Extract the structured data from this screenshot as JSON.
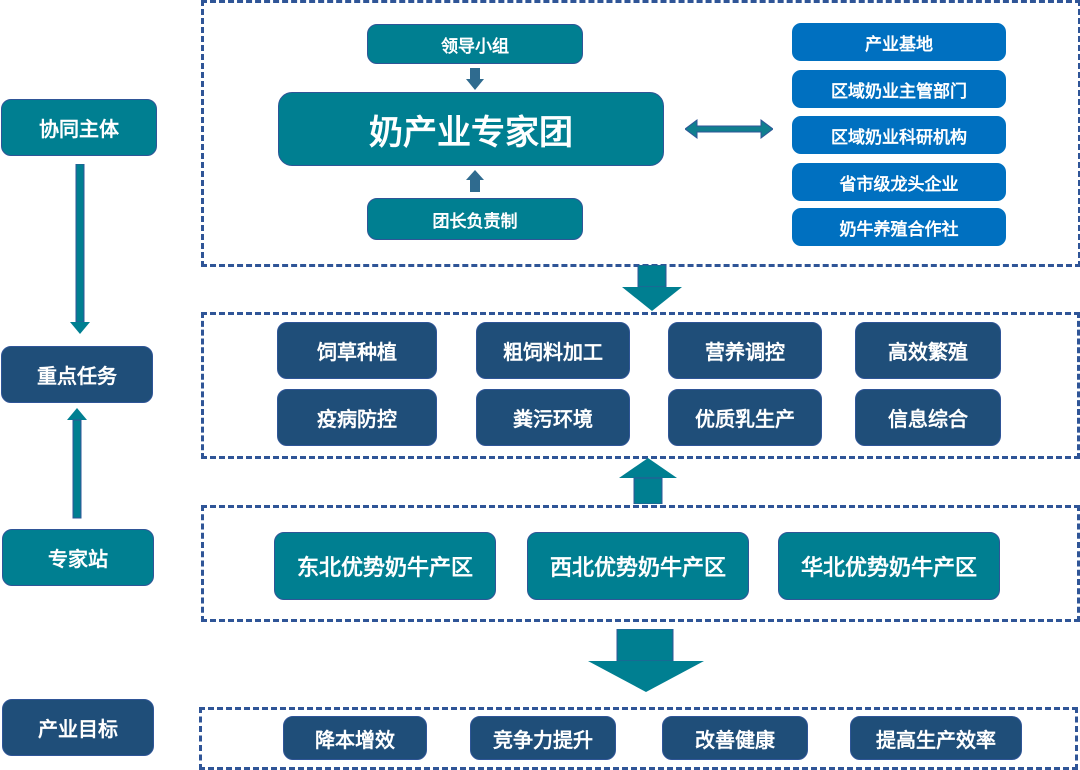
{
  "left_column": {
    "labels": [
      {
        "text": "协同主体",
        "style": "teal"
      },
      {
        "text": "重点任务",
        "style": "navy"
      },
      {
        "text": "专家站",
        "style": "teal"
      },
      {
        "text": "产业目标",
        "style": "navy"
      }
    ]
  },
  "collaboration": {
    "leadership": "领导小组",
    "core": "奶产业专家团",
    "mechanism": "团长负责制",
    "partners": [
      "产业基地",
      "区域奶业主管部门",
      "区域奶业科研机构",
      "省市级龙头企业",
      "奶牛养殖合作社"
    ]
  },
  "key_tasks": {
    "row1": [
      "饲草种植",
      "粗饲料加工",
      "营养调控",
      "高效繁殖"
    ],
    "row2": [
      "疫病防控",
      "粪污环境",
      "优质乳生产",
      "信息综合"
    ]
  },
  "expert_stations": [
    "东北优势奶牛产区",
    "西北优势奶牛产区",
    "华北优势奶牛产区"
  ],
  "industry_goals": [
    "降本增效",
    "竞争力提升",
    "改善健康",
    "提高生产效率"
  ],
  "colors": {
    "teal": "#007f91",
    "navy": "#1f4e79",
    "blue": "#0070c0",
    "dash_border": "#2f5597"
  }
}
